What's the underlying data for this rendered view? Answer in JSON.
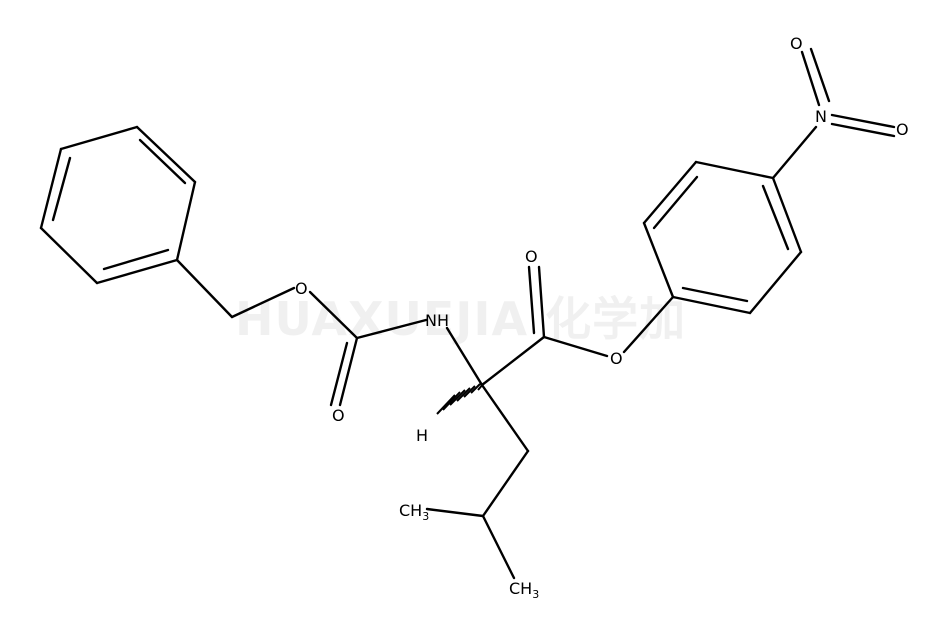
{
  "watermark": "HUAXUEJIA 化学加",
  "atoms": {
    "o_nitro_top": "O",
    "n_nitro": "N",
    "o_nitro_right": "O",
    "o_carbonyl_ester": "O",
    "nh": "NH",
    "o_ether_cbz": "O",
    "o_carbonyl_cbz": "O",
    "o_ester_link": "O",
    "h_stereo": "H",
    "ch3_left": "CH",
    "ch3_left_sub": "3",
    "ch3_bottom": "CH",
    "ch3_bottom_sub": "3"
  }
}
